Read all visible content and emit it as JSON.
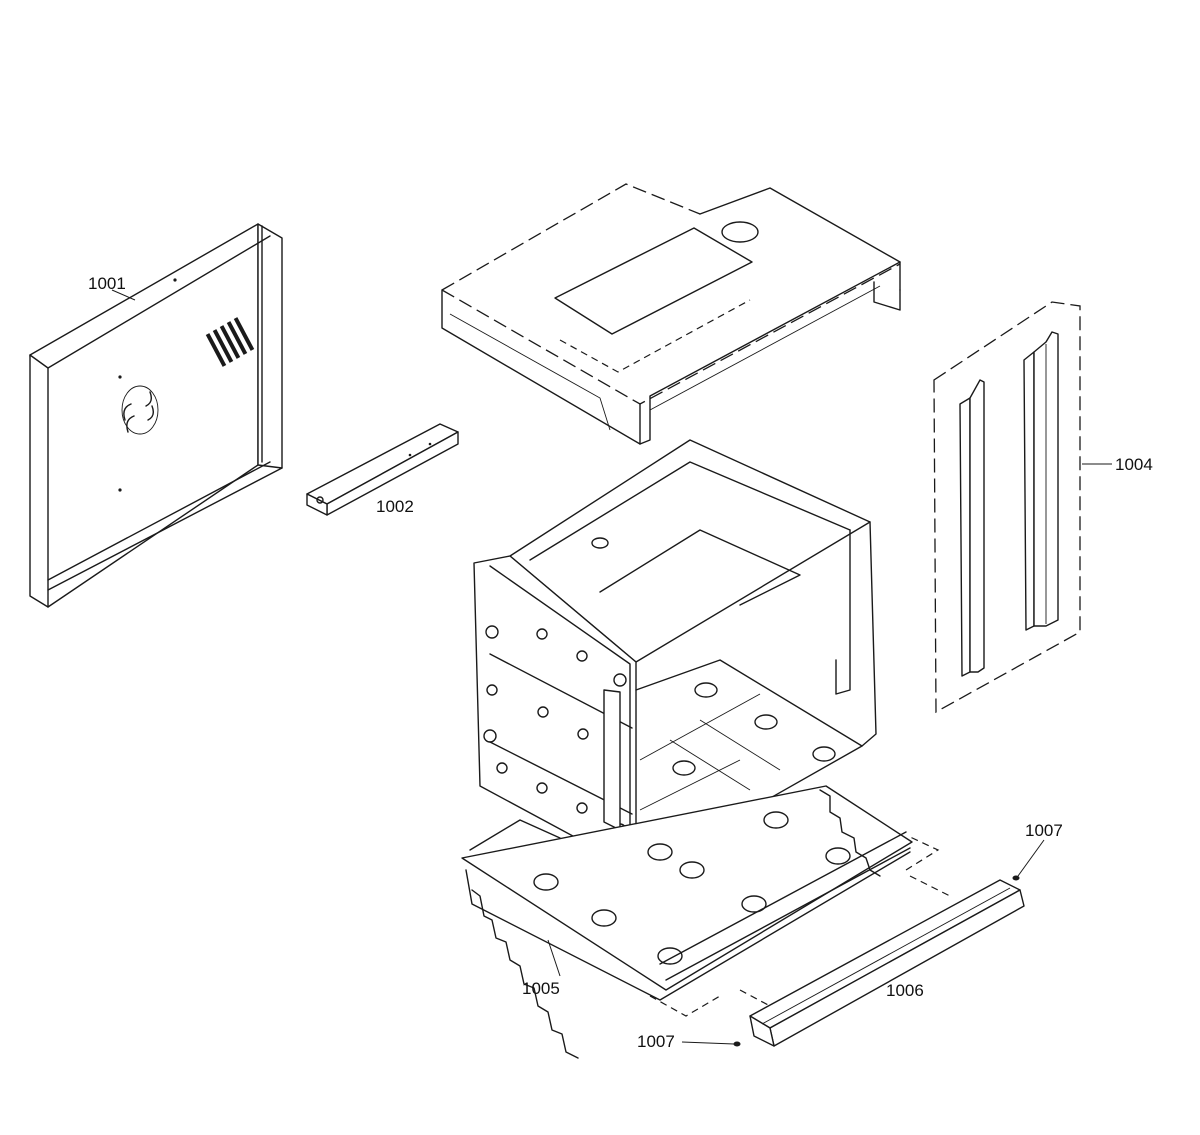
{
  "parts": {
    "p1001": "1001",
    "p1002": "1002",
    "p1004": "1004",
    "p1005": "1005",
    "p1006": "1006",
    "p1007_top": "1007",
    "p1007_bottom": "1007"
  }
}
